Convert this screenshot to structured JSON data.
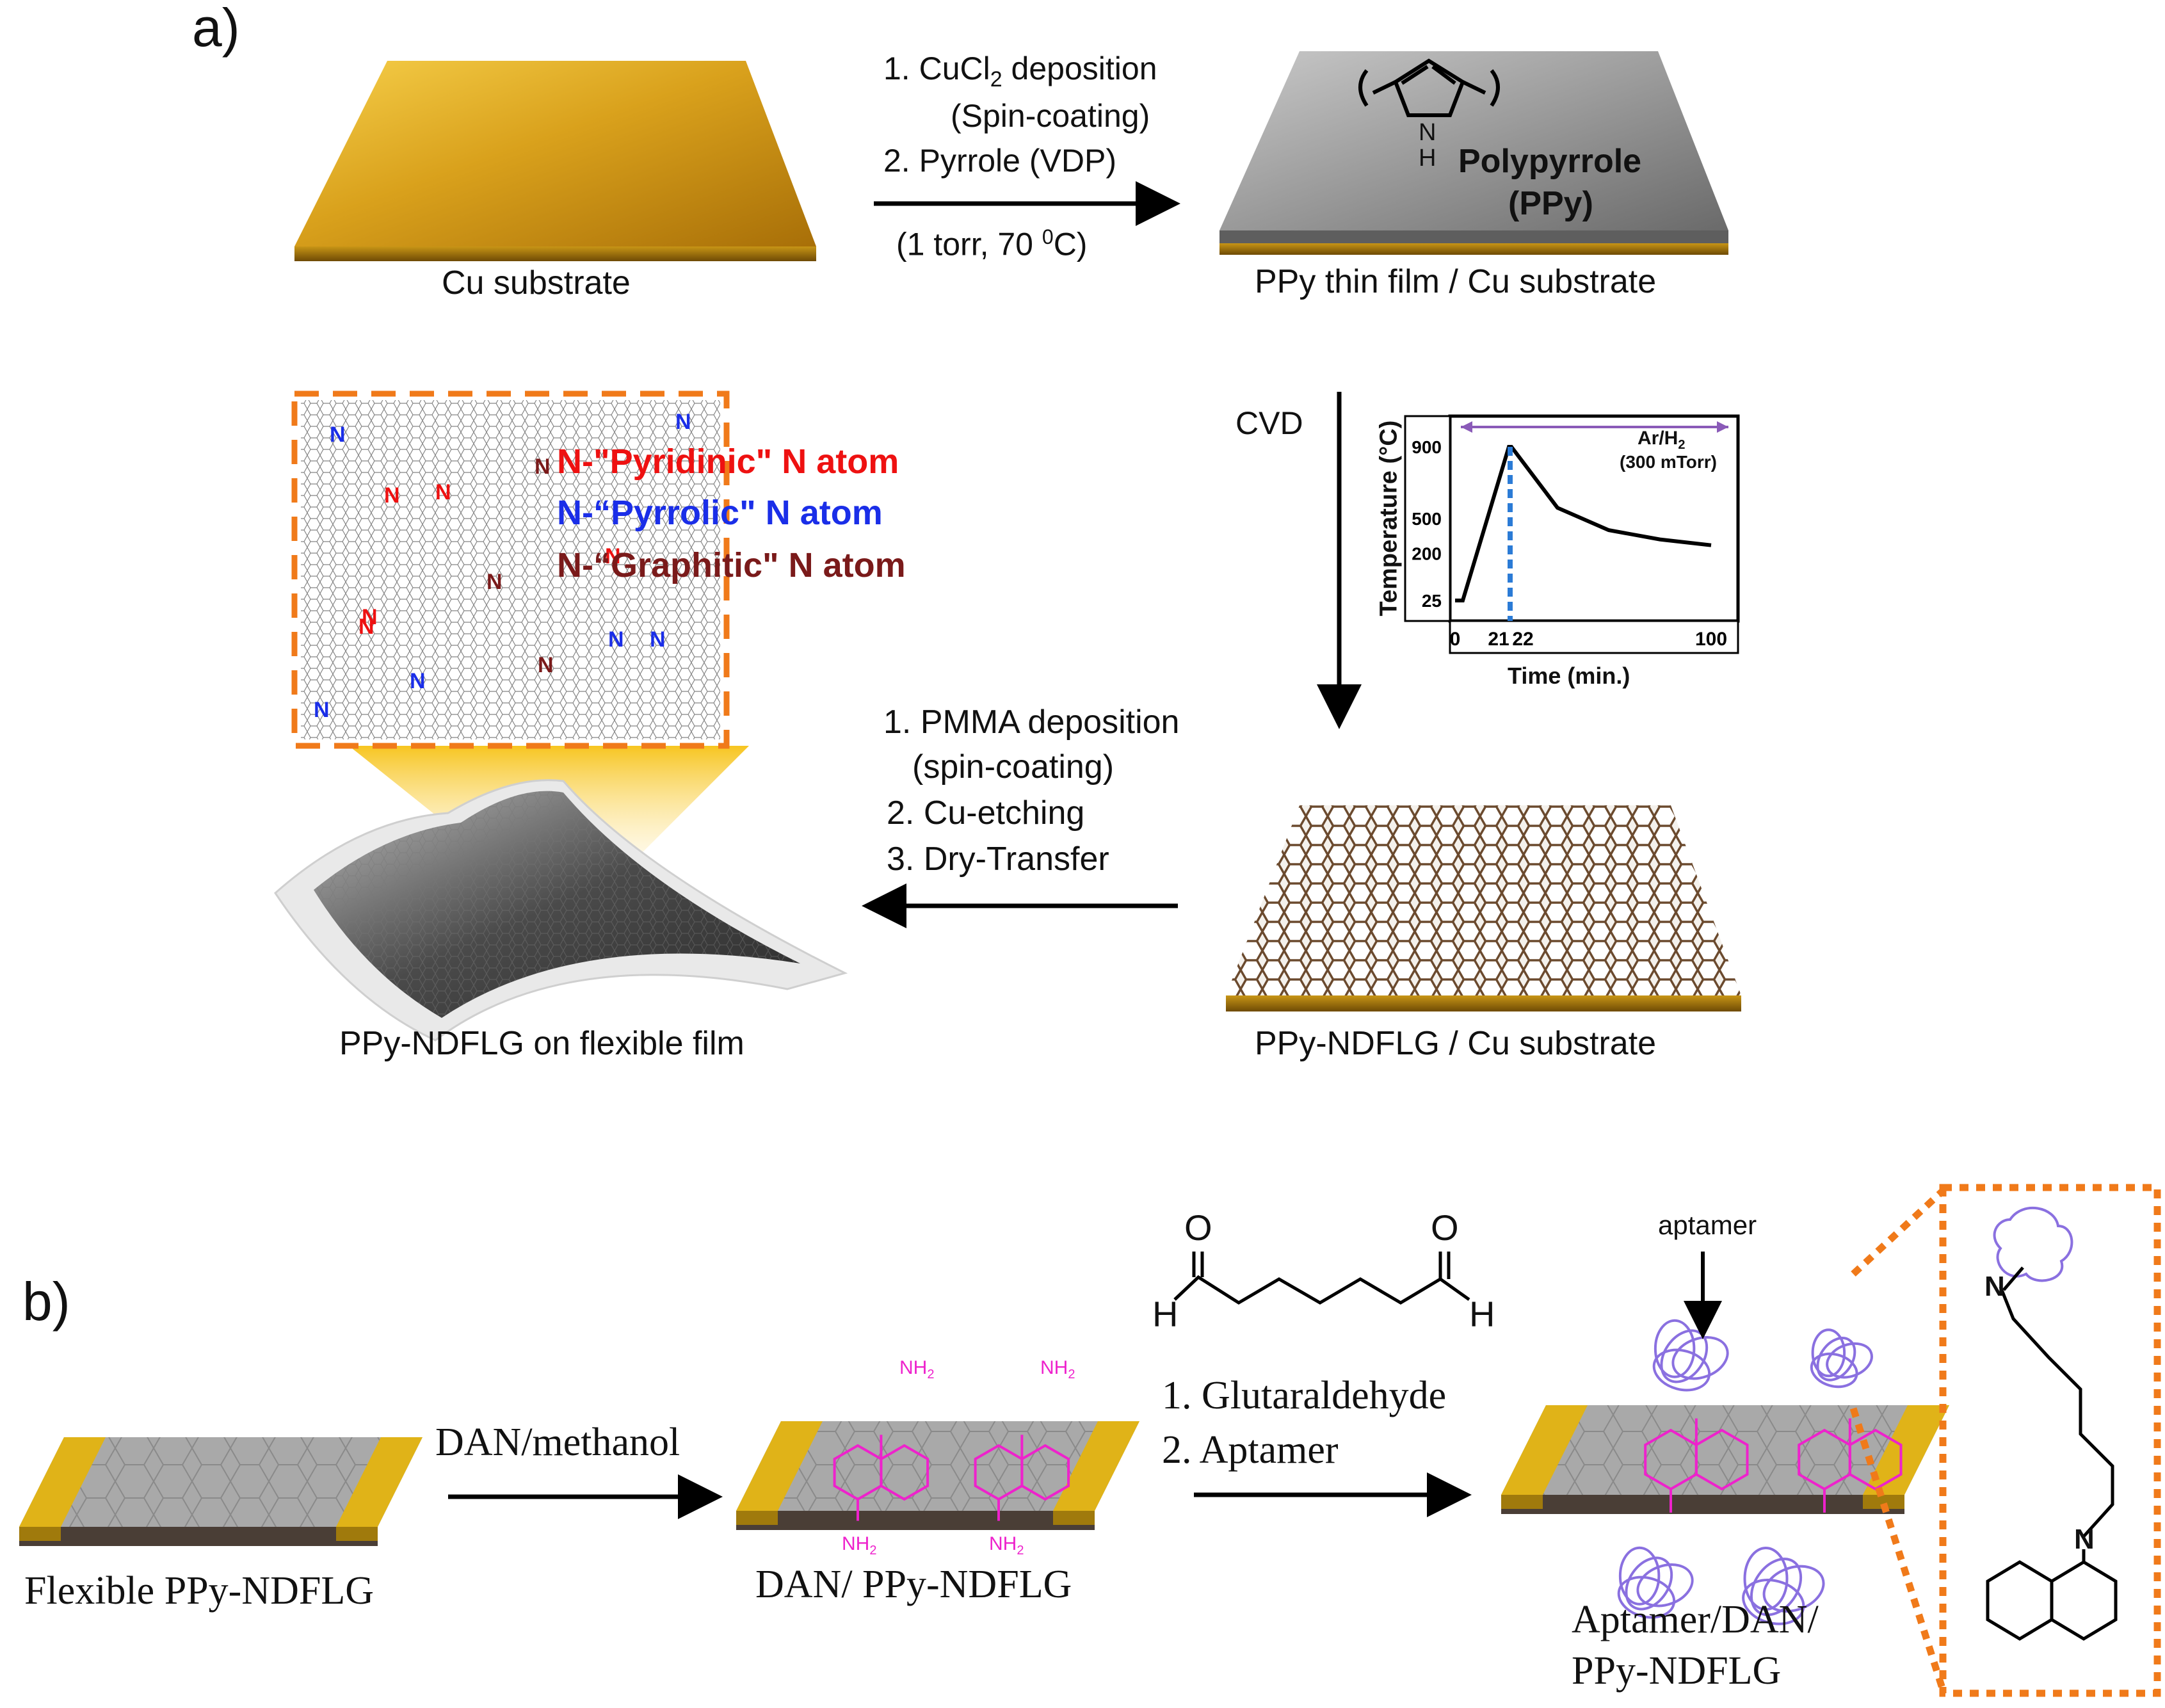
{
  "panel_a": {
    "label": "a)",
    "step1": {
      "substrate_label": "Cu substrate",
      "arrow_text": [
        "1. CuCl",
        "2",
        " deposition",
        "(Spin-coating)",
        "2. Pyrrole (VDP)"
      ],
      "condition": "(1 torr, 70 ",
      "condition_sup": "0",
      "condition_end": "C)",
      "ppy_struct_N": "N",
      "ppy_struct_H": "H",
      "ppy_name": "Polypyrrole",
      "ppy_abbr": "(PPy)",
      "ppy_label": "PPy thin film / Cu substrate"
    },
    "cvd": {
      "label": "CVD",
      "chart_data": {
        "type": "line",
        "xlabel": "Time (min.)",
        "ylabel": "Temperature (°C)",
        "x_ticks": [
          "0",
          "21",
          "22",
          "100"
        ],
        "y_ticks": [
          "25",
          "200",
          "500",
          "900"
        ],
        "x": [
          0,
          3,
          21,
          22,
          40,
          60,
          80,
          100
        ],
        "y": [
          25,
          25,
          900,
          900,
          560,
          400,
          320,
          270
        ],
        "annotation_gas": "Ar/H",
        "annotation_gas_sub": "2",
        "annotation_pressure": "(300 mTorr)"
      }
    },
    "transfer": {
      "steps": [
        "1. PMMA deposition",
        "(spin-coating)",
        "2. Cu-etching",
        "3. Dry-Transfer"
      ],
      "ndflg_cu_label": "PPy-NDFLG / Cu substrate",
      "flex_label": "PPy-NDFLG on flexible film"
    },
    "legend": {
      "pyridinic": "N-\"Pyridinic\" N atom",
      "pyrrolic": "N-“Pyrrolic\" N atom",
      "graphitic": "N-“Graphitic\" N atom",
      "atom": "N"
    },
    "colors": {
      "pyridinic": "#ee1111",
      "pyrrolic": "#1a2ee8",
      "graphitic": "#7a1a1a",
      "gold": "#d4a017",
      "orange_dash": "#f07a1a",
      "dan_magenta": "#ee22cc",
      "aptamer": "#8a70e0"
    }
  },
  "panel_b": {
    "label": "b)",
    "device1_label": "Flexible PPy-NDFLG",
    "arrow1_text": "DAN/methanol",
    "device2_label": "DAN/ PPy-NDFLG",
    "nh2": "NH",
    "nh2_sub": "2",
    "glut_O": "O",
    "glut_H": "H",
    "arrow2_text": [
      "1. Glutaraldehyde",
      "2. Aptamer"
    ],
    "aptamer_pointer": "aptamer",
    "device3_label": [
      "Aptamer/DAN/",
      "PPy-NDFLG"
    ],
    "inset_N": "N"
  }
}
